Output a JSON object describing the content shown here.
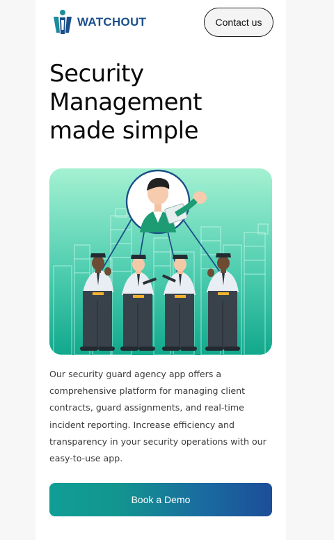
{
  "brand": {
    "name": "WATCHOUT",
    "logo_icon": "watchout-logo-icon",
    "color": "#1b4f8c"
  },
  "header": {
    "contact_label": "Contact us"
  },
  "hero": {
    "title_lines": [
      "Security",
      "Management",
      "made simple"
    ],
    "illustration_icon": "security-team-illustration",
    "description": "Our security guard agency app offers a comprehensive platform for managing client contracts, guard assignments, and real-time incident reporting. Increase efficiency and transparency in your security operations with our easy-to-use app.",
    "cta_label": "Book a Demo"
  },
  "colors": {
    "accent_start": "#0f9e96",
    "accent_end": "#1c4e98",
    "illustration_top": "#9ff0cf",
    "illustration_bottom": "#12a98d"
  }
}
